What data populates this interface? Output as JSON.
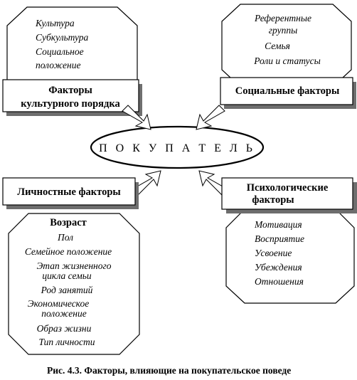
{
  "center_label": "П О К У П А Т Е Л Ь",
  "caption": "Рис. 4.3. Факторы, влияющие на покупательское поведе",
  "groups": {
    "cultural": {
      "header": [
        "Факторы",
        "культурного порядка"
      ],
      "items": [
        "Культура",
        "Субкультура",
        "Социальное",
        "положение"
      ]
    },
    "social": {
      "header": [
        "Социальные  факторы"
      ],
      "items": [
        "Референтные",
        "группы",
        "Семья",
        "Роли  и  статусы"
      ]
    },
    "personal": {
      "header": [
        "Личностные  факторы"
      ],
      "first_item": "Возраст",
      "items": [
        "Пол",
        "Семейное положение",
        "Этап жизненного",
        "цикла семьи",
        "Род занятий",
        "Экономическое",
        "положение",
        "Образ  жизни",
        "Тип  личности"
      ]
    },
    "psychological": {
      "header": [
        "Психологические",
        "факторы"
      ],
      "items": [
        "Мотивация",
        "Восприятие",
        "Усвоение",
        "Убеждения",
        "Отношения"
      ]
    }
  }
}
